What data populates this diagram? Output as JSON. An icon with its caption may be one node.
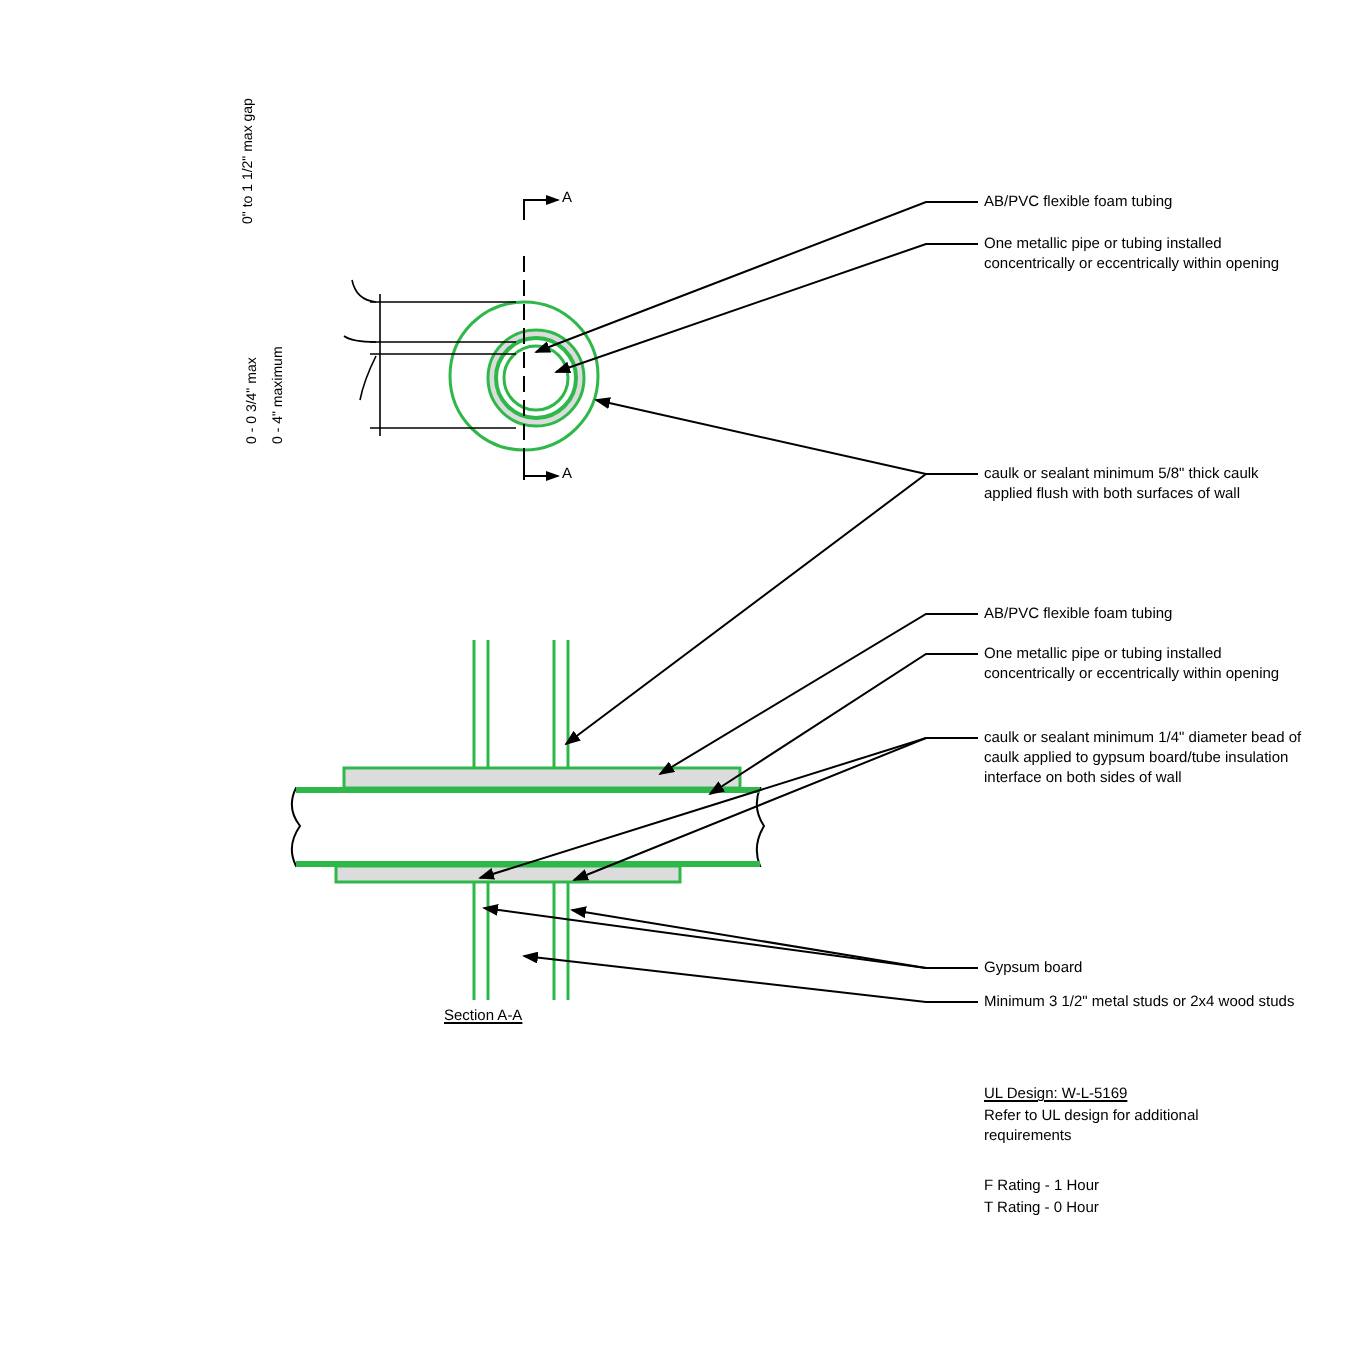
{
  "diagram": {
    "nodes": [
      {
        "text": [
          "AB/PVC flexible foam tubing"
        ]
      },
      {
        "text": [
          "One metallic pipe or tubing installed concentrically or eccentrically within opening"
        ]
      },
      {
        "text": [
          "caulk or sealant minimum 5/8\" thick caulk applied flush with both surfaces of wall"
        ]
      },
      {
        "text": [
          "AB/PVC flexible foam tubing"
        ]
      },
      {
        "text": [
          "One metallic pipe or tubing installed concentrically or eccentrically within opening"
        ]
      },
      {
        "text": [
          "caulk or sealant minimum 1/4\" diameter bead of caulk applied to gypsum board/tube insulation interface on both sides of wall"
        ]
      },
      {
        "text": [
          "Gypsum board"
        ]
      },
      {
        "text": [
          "Minimum 3 1/2\" metal studs or 2x4 wood studs"
        ]
      }
    ],
    "edges": [
      {
        "from": 0,
        "to": null,
        "arrow": "to"
      },
      {
        "from": 1,
        "to": null,
        "arrow": "to"
      },
      {
        "from": 2,
        "to": null,
        "arrow": "to"
      },
      {
        "from": 2,
        "to": null,
        "arrow": "to"
      },
      {
        "from": 3,
        "to": null,
        "arrow": "to"
      },
      {
        "from": 4,
        "to": null,
        "arrow": "to"
      },
      {
        "from": 5,
        "to": null,
        "arrow": "to"
      },
      {
        "from": 5,
        "to": null,
        "arrow": "to"
      },
      {
        "from": 6,
        "to": null,
        "arrow": "to"
      },
      {
        "from": 6,
        "to": null,
        "arrow": "to"
      },
      {
        "from": 7,
        "to": null,
        "arrow": "to"
      }
    ],
    "labels": [
      "0\" to 1 1/2\" max gap",
      "0 - 0 3/4\" max",
      "0 - 4\" maximum",
      "A",
      "A",
      "Section A-A",
      "UL Design: W-L-5169",
      "Refer to UL design for additional requirements",
      "F Rating - 1 Hour",
      "T Rating - 0 Hour"
    ]
  }
}
